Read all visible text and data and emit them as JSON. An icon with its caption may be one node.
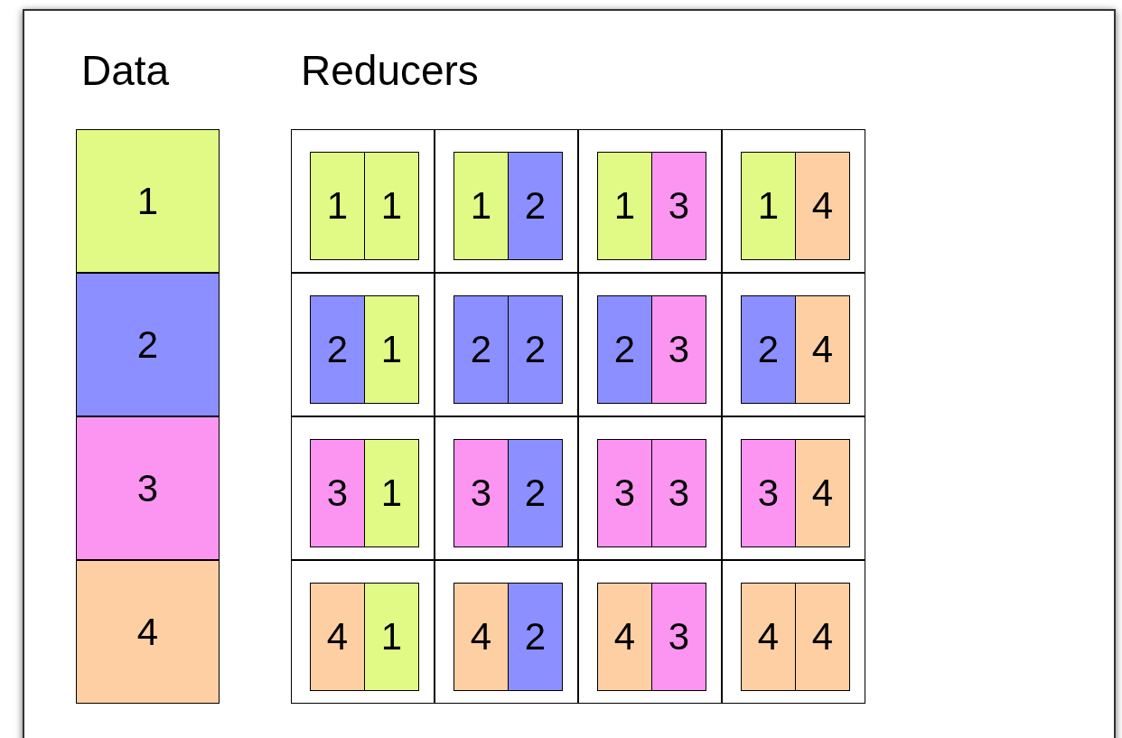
{
  "diagram": {
    "nodes": [
      {
        "text": [
          "1"
        ]
      },
      {
        "text": [
          "2"
        ]
      },
      {
        "text": [
          "3"
        ]
      },
      {
        "text": [
          "4"
        ]
      },
      {
        "text": [],
        "shape": "box"
      },
      {
        "text": [
          "1"
        ],
        "in": 4
      },
      {
        "text": [
          "1"
        ],
        "in": 4
      },
      {
        "text": [],
        "shape": "box"
      },
      {
        "text": [
          "1"
        ],
        "in": 7
      },
      {
        "text": [
          "2"
        ],
        "in": 7
      },
      {
        "text": [],
        "shape": "box"
      },
      {
        "text": [
          "1"
        ],
        "in": 10
      },
      {
        "text": [
          "3"
        ],
        "in": 10
      },
      {
        "text": [],
        "shape": "box"
      },
      {
        "text": [
          "1"
        ],
        "in": 13
      },
      {
        "text": [
          "4"
        ],
        "in": 13
      },
      {
        "text": [],
        "shape": "box"
      },
      {
        "text": [
          "2"
        ],
        "in": 16
      },
      {
        "text": [
          "1"
        ],
        "in": 16
      },
      {
        "text": [],
        "shape": "box"
      },
      {
        "text": [
          "2"
        ],
        "in": 19
      },
      {
        "text": [
          "2"
        ],
        "in": 19
      },
      {
        "text": [],
        "shape": "box"
      },
      {
        "text": [
          "2"
        ],
        "in": 22
      },
      {
        "text": [
          "3"
        ],
        "in": 22
      },
      {
        "text": [],
        "shape": "box"
      },
      {
        "text": [
          "2"
        ],
        "in": 25
      },
      {
        "text": [
          "4"
        ],
        "in": 25
      },
      {
        "text": [],
        "shape": "box"
      },
      {
        "text": [
          "3"
        ],
        "in": 28
      },
      {
        "text": [
          "1"
        ],
        "in": 28
      },
      {
        "text": [],
        "shape": "box"
      },
      {
        "text": [
          "3"
        ],
        "in": 31
      },
      {
        "text": [
          "2"
        ],
        "in": 31
      },
      {
        "text": [],
        "shape": "box"
      },
      {
        "text": [
          "3"
        ],
        "in": 34
      },
      {
        "text": [
          "3"
        ],
        "in": 34
      },
      {
        "text": [],
        "shape": "box"
      },
      {
        "text": [
          "3"
        ],
        "in": 37
      },
      {
        "text": [
          "4"
        ],
        "in": 37
      },
      {
        "text": [],
        "shape": "box"
      },
      {
        "text": [
          "4"
        ],
        "in": 40
      },
      {
        "text": [
          "1"
        ],
        "in": 40
      },
      {
        "text": [],
        "shape": "box"
      },
      {
        "text": [
          "4"
        ],
        "in": 43
      },
      {
        "text": [
          "2"
        ],
        "in": 43
      },
      {
        "text": [],
        "shape": "box"
      },
      {
        "text": [
          "4"
        ],
        "in": 46
      },
      {
        "text": [
          "3"
        ],
        "in": 46
      },
      {
        "text": [],
        "shape": "box"
      },
      {
        "text": [
          "4"
        ],
        "in": 49
      },
      {
        "text": [
          "4"
        ],
        "in": 49
      }
    ],
    "edges": [],
    "labels": [
      "Data",
      "Reducers"
    ]
  }
}
